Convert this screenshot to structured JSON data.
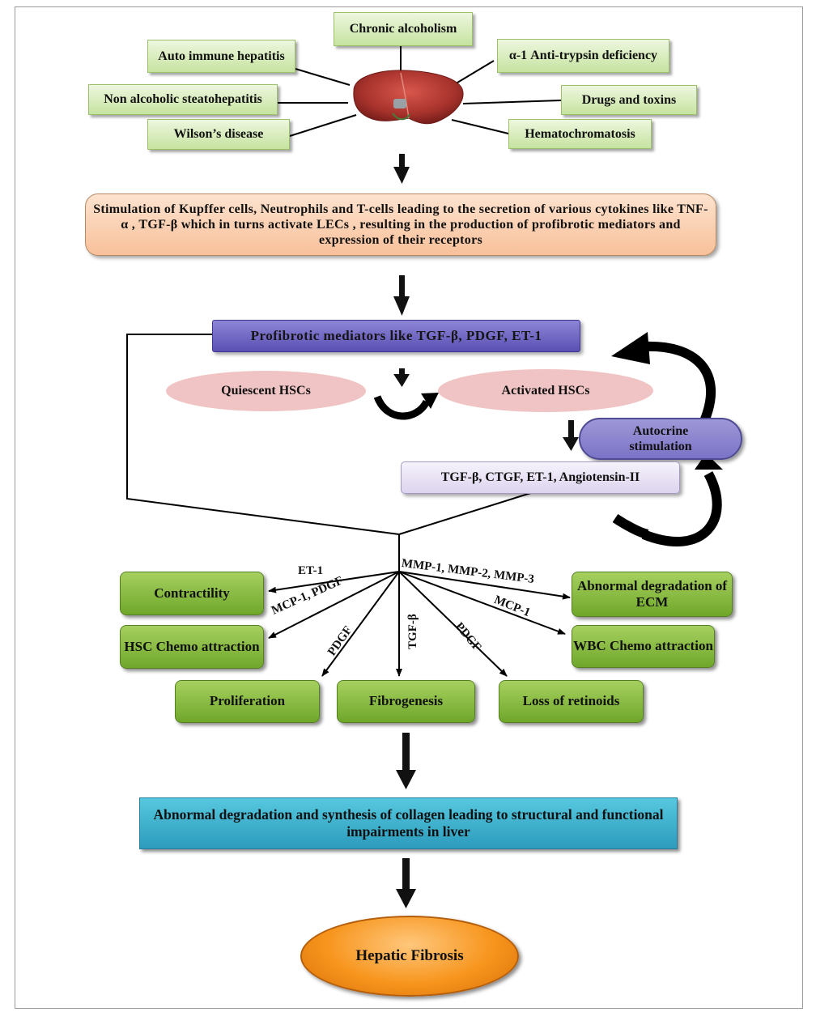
{
  "causes": {
    "chronic_alcoholism": "Chronic alcoholism",
    "auto_immune_hepatitis": "Auto immune hepatitis",
    "alpha1_antitrypsin": "α-1 Anti-trypsin deficiency",
    "nash": "Non alcoholic steatohepatitis",
    "drugs_toxins": "Drugs and toxins",
    "wilsons": "Wilson’s disease",
    "hematochromatosis": "Hematochromatosis"
  },
  "stimulation_text": "Stimulation of Kupffer cells, Neutrophils and T-cells leading to the secretion of various cytokines like TNF-α , TGF-β which in turns activate LECs , resulting in the production of profibrotic mediators and expression of their receptors",
  "profibrotic_text": "Profibrotic mediators like TGF-β, PDGF, ET-1",
  "quiescent_hscs": "Quiescent HSCs",
  "activated_hscs": "Activated HSCs",
  "autocrine": "Autocrine stimulation",
  "autocrine_mediators": "TGF-β, CTGF, ET-1, Angiotensin-II",
  "effects": {
    "contractility": "Contractility",
    "hsc_chemo": "HSC Chemo attraction",
    "proliferation": "Proliferation",
    "fibrogenesis": "Fibrogenesis",
    "loss_retinoids": "Loss of retinoids",
    "abnormal_ecm": "Abnormal degradation of ECM",
    "wbc_chemo": "WBC Chemo attraction"
  },
  "arrow_labels": {
    "et1": "ET-1",
    "mmp": "MMP-1, MMP-2, MMP-3",
    "mcp1_pdgf": "MCP-1, PDGF",
    "pdgf_left": "PDGF",
    "tgfb": "TGF-β",
    "pdgf_right": "PDGF",
    "mcp1": "MCP-1"
  },
  "collagen_text": "Abnormal degradation and synthesis of collagen leading to structural and functional impairments in liver",
  "outcome": "Hepatic Fibrosis",
  "colors": {
    "cause_box": "#d7ecbc",
    "effect_box": "#7fb63a",
    "stimulation_box": "#fad2b4",
    "profibrotic_box": "#6b62c2",
    "hsc_ellipse": "#f0c4c4",
    "collagen_box": "#3fb2cf",
    "outcome_ellipse": "#f7951d"
  },
  "icons": [
    "liver-icon",
    "curved-arrow-icon",
    "circular-arrow-icon"
  ]
}
